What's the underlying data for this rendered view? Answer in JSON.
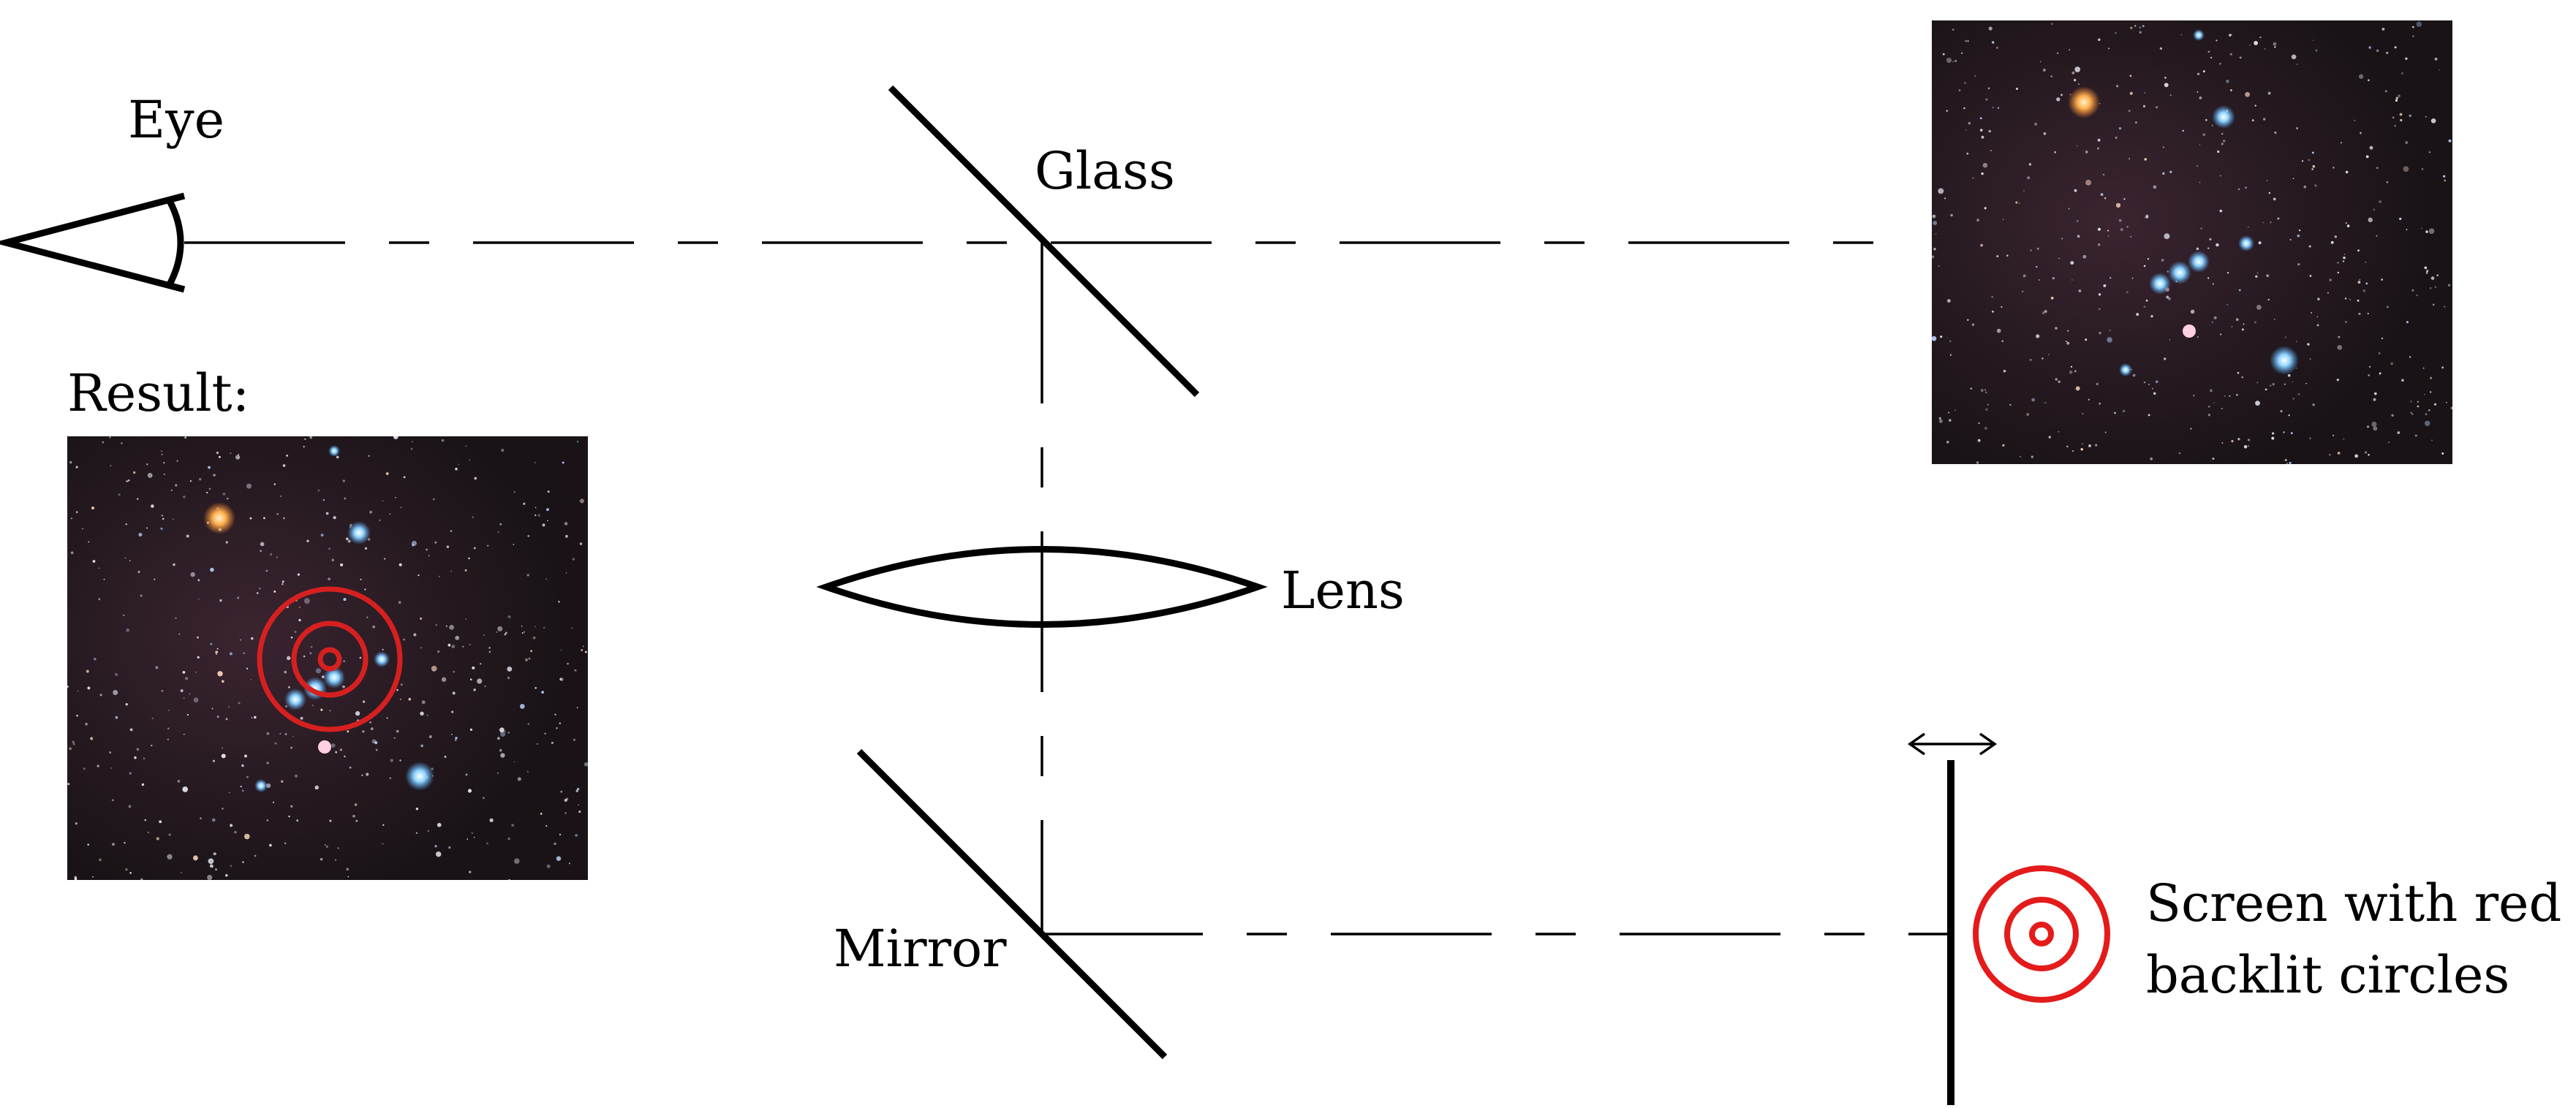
{
  "labels": {
    "eye": "Eye",
    "glass": "Glass",
    "lens": "Lens",
    "mirror": "Mirror",
    "result": "Result:",
    "screen_line1": "Screen with red",
    "screen_line2": "backlit circles"
  },
  "colors": {
    "line": "#000000",
    "reticle": "#e41b1b",
    "sky": "#1b1518"
  },
  "icons": {
    "eye": "eye-icon",
    "arrow": "double-arrow-icon"
  }
}
